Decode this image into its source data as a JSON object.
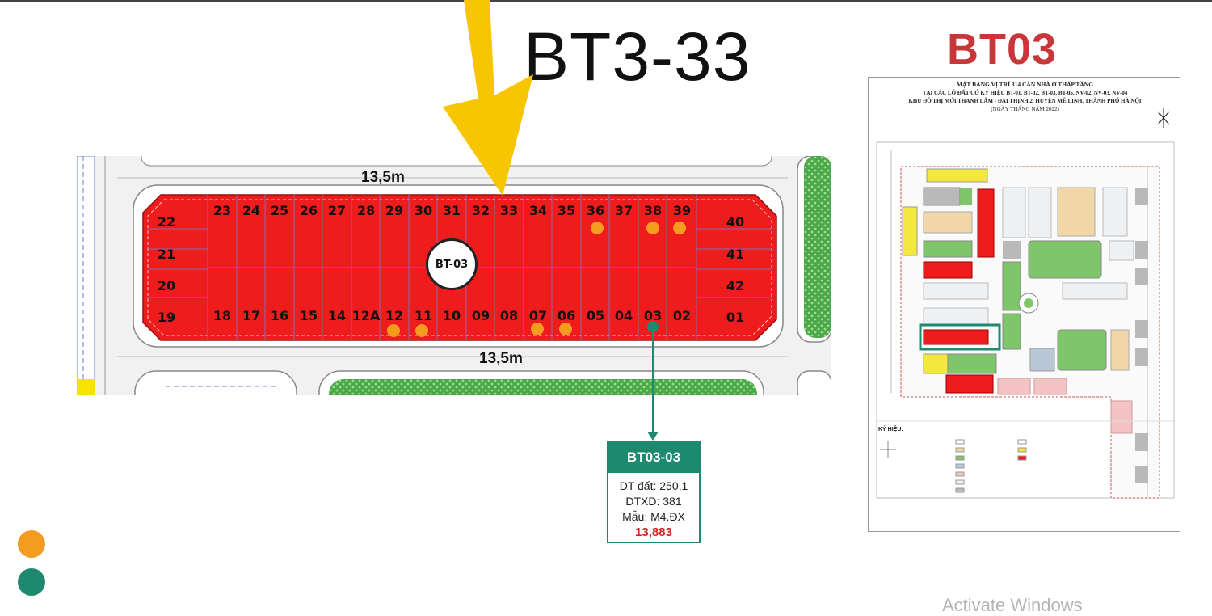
{
  "page": {
    "title": "BT3-33"
  },
  "plan": {
    "road_width_top": "13,5m",
    "road_width_bottom": "13,5m",
    "block_label": "BT-03",
    "lots_top": [
      "23",
      "24",
      "25",
      "26",
      "27",
      "28",
      "29",
      "30",
      "31",
      "32",
      "33",
      "34",
      "35",
      "36",
      "37",
      "38",
      "39"
    ],
    "lots_bottom": [
      "18",
      "17",
      "16",
      "15",
      "14",
      "12A",
      "12",
      "11",
      "10",
      "09",
      "08",
      "07",
      "06",
      "05",
      "04",
      "03",
      "02"
    ],
    "lots_left": [
      "22",
      "21",
      "20",
      "19"
    ],
    "lots_right": [
      "40",
      "41",
      "42",
      "01"
    ],
    "highlighted_lots_orange": [
      "36",
      "38",
      "39",
      "12",
      "11",
      "07",
      "06"
    ],
    "highlighted_lots_teal": [
      "03"
    ]
  },
  "card": {
    "title": "BT03-03",
    "land_area": "DT đất: 250,1",
    "floor_area": "DTXD: 381",
    "model": "Mẫu: M4.ĐX",
    "price": "13,883"
  },
  "overview": {
    "title": "BT03",
    "header_line1": "MẶT BẰNG VỊ TRÍ 314 CĂN NHÀ Ở THẤP TẦNG",
    "header_line2": "TẠI CÁC LÔ ĐẤT CÓ KÝ HIỆU BT-01, BT-02, BT-03, BT-05, NV-02, NV-03, NV-04",
    "header_line3": "KHU ĐÔ THỊ MỚI THANH LÂM - ĐẠI THỊNH 2, HUYỆN MÊ LINH, THÀNH PHỐ HÀ NỘI",
    "header_line4": "(NGÀY      THÁNG      NĂM 2022)",
    "legend_title": "KÝ HIỆU:"
  },
  "watermark": "Activate Windows",
  "colors": {
    "lot_red": "#ee1c1c",
    "highlight_orange": "#f39c1f",
    "highlight_teal": "#1d8a70",
    "arrow_yellow": "#f7c600",
    "brand_red": "#c8363a",
    "park_green": "#55b04e"
  }
}
